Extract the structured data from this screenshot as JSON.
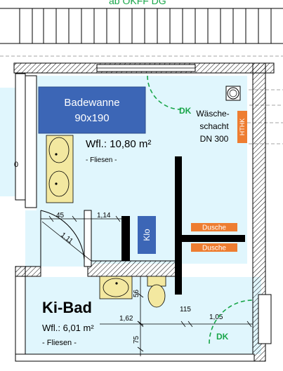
{
  "header": {
    "top_text": "ab OKFF DG"
  },
  "bathroom": {
    "bathtub_line1": "Badewanne",
    "bathtub_line2": "90x190",
    "area": "Wfl.: 10,80 m²",
    "floor": "- Fliesen -",
    "door_tag": "DK",
    "shaft_line1": "Wäsche-",
    "shaft_line2": "schacht",
    "shaft_line3": "DN 300",
    "hthk_tag": "HTHK",
    "klo_tag": "Klo",
    "shower_tag_1": "Dusche",
    "shower_tag_2": "Dusche"
  },
  "kids_bath": {
    "title": "Ki-Bad",
    "area": "Wfl.: 6,01 m²",
    "floor": "- Fliesen -",
    "door_tag": "DK"
  },
  "dimensions": {
    "d45": "45",
    "d114": "1,14",
    "d111": "1,11",
    "d56": "56",
    "d162": "1,62",
    "d115": "115",
    "d105": "1,05",
    "d75": "75",
    "d0": "0"
  },
  "colors": {
    "room_fill": "#e0f6fd",
    "bathtub": "#3c66b6",
    "fixture": "#f3e8a0",
    "door_swing": "#19a64a",
    "hthk": "#ee7d31",
    "shower_tag": "#ee7d31",
    "wall": "#000000"
  }
}
